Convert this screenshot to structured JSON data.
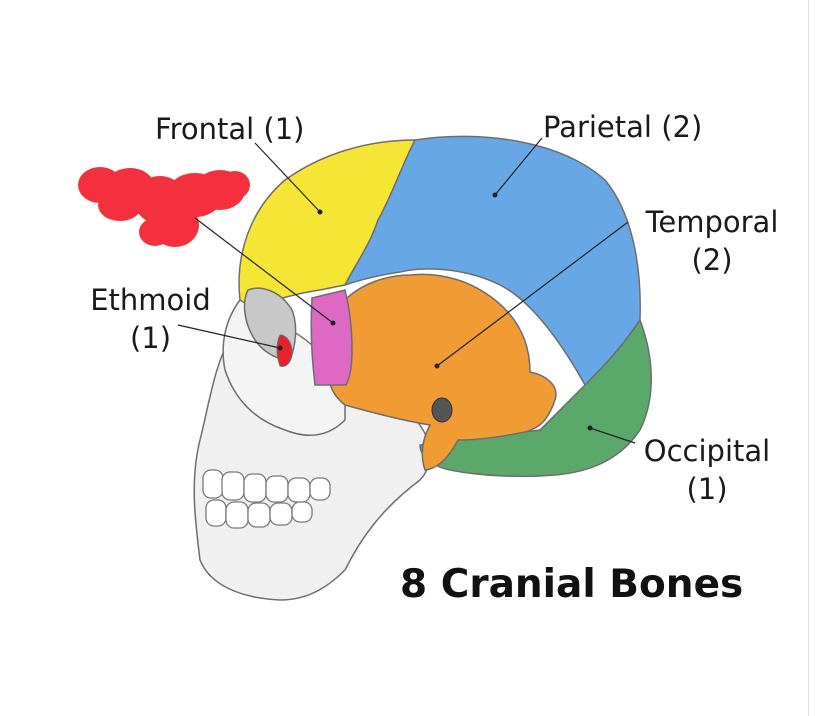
{
  "labels": {
    "frontal": "Frontal (1)",
    "parietal": "Parietal (2)",
    "temporal_line1": "Temporal",
    "temporal_line2": "(2)",
    "ethmoid_line1": "Ethmoid",
    "ethmoid_line2": "(1)",
    "occipital_line1": "Occipital",
    "occipital_line2": "(1)"
  },
  "title": "8 Cranial Bones",
  "colors": {
    "frontal": "#f5e635",
    "parietal": "#68a7e6",
    "temporal": "#f09b33",
    "ethmoid": "#de68c4",
    "occipital": "#5aa86a",
    "skull": "#f2f2f2",
    "outline": "#6e6e6e",
    "redaction": "#f4303f",
    "orbit_red": "#e8212b"
  }
}
